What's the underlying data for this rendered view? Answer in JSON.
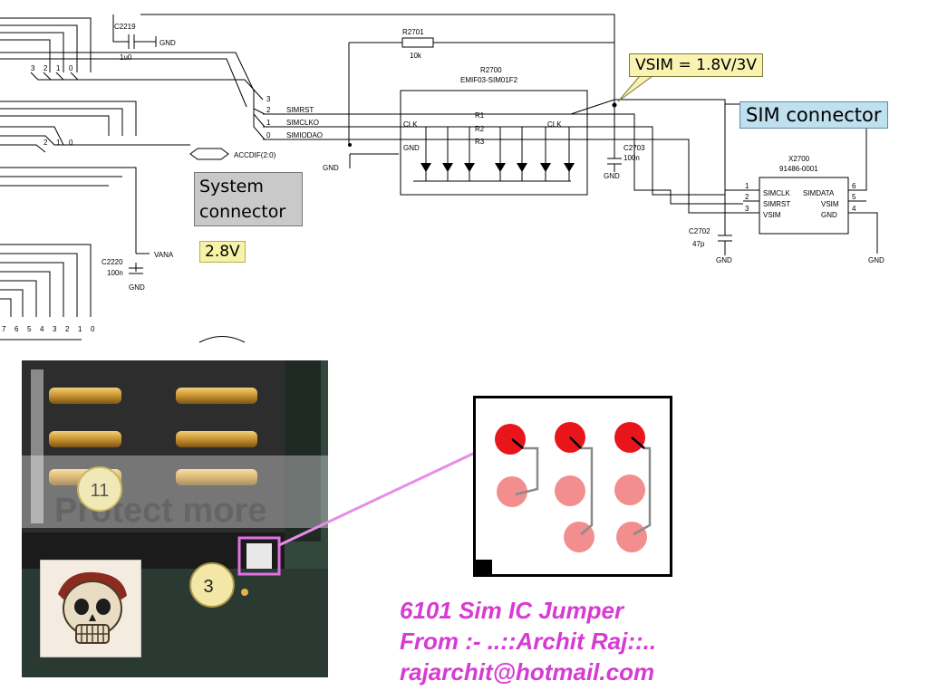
{
  "schematic": {
    "c2219": {
      "ref": "C2219",
      "value": "1u0",
      "gnd": "GND"
    },
    "r2701": {
      "ref": "R2701",
      "value": "10k"
    },
    "r2700": {
      "ref": "R2700",
      "part": "EMIF03-SIM01F2",
      "pins": [
        "CLK",
        "CLK",
        "GND"
      ],
      "resistors": [
        "R1",
        "R2",
        "R3"
      ]
    },
    "bus_numbers_top": [
      "3",
      "2",
      "1",
      "0"
    ],
    "bus_numbers_mid": [
      "2",
      "1",
      "0"
    ],
    "bus_numbers_bottom": [
      "7",
      "6",
      "5",
      "4",
      "3",
      "2",
      "1",
      "0"
    ],
    "signals": [
      {
        "num": "3",
        "name": ""
      },
      {
        "num": "2",
        "name": "SIMRST"
      },
      {
        "num": "1",
        "name": "SIMCLKO"
      },
      {
        "num": "0",
        "name": "SIMIODAO"
      }
    ],
    "accdif": "ACCDIF(2:0)",
    "gnd_left": "GND",
    "c2703": {
      "ref": "C2703",
      "value": "100n",
      "gnd": "GND"
    },
    "c2702": {
      "ref": "C2702",
      "value": "47p",
      "gnd": "GND"
    },
    "c2220": {
      "ref": "C2220",
      "value": "100n",
      "gnd": "GND",
      "net": "VANA"
    },
    "x2700": {
      "ref": "X2700",
      "part": "91486-0001",
      "left_pins": [
        {
          "num": "1",
          "name": "SIMCLK"
        },
        {
          "num": "2",
          "name": "SIMRST"
        },
        {
          "num": "3",
          "name": "VSIM"
        }
      ],
      "right_pins": [
        {
          "num": "6",
          "name": "SIMDATA"
        },
        {
          "num": "5",
          "name": "VSIM"
        },
        {
          "num": "4",
          "name": "GND"
        }
      ],
      "gnd": "GND"
    }
  },
  "callouts": {
    "vsim": "VSIM = 1.8V/3V",
    "sim_connector": "SIM connector",
    "system_connector_line1": "System",
    "system_connector_line2": "connector",
    "v28": "2.8V"
  },
  "photo": {
    "badge_11": "11",
    "badge_3": "3",
    "watermark": "Protect more"
  },
  "caption": {
    "line1": "6101 Sim IC Jumper",
    "line2": "From :- ..::Archit Raj::..",
    "line3": "rajarchit@hotmail.com"
  },
  "colors": {
    "caption": "#d63bd2",
    "pad_red": "#e8151b",
    "pad_pink": "#f28e8e",
    "link_pink": "#e78ce9"
  }
}
